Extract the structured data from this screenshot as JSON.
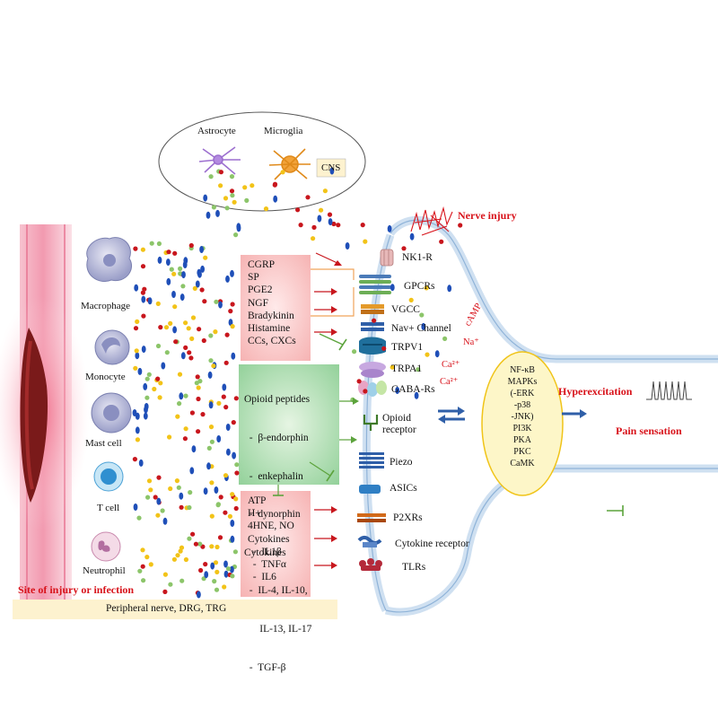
{
  "cns": {
    "astrocyte": "Astrocyte",
    "microglia": "Microglia",
    "cns_label": "CNS"
  },
  "nerve_injury": "Nerve injury",
  "immune_cells": [
    "Macrophage",
    "Monocyte",
    "Mast cell",
    "T cell",
    "Neutrophil"
  ],
  "pronociceptive_mediators": [
    "CGRP",
    "SP",
    "PGE2",
    "NGF",
    "Bradykinin",
    "Histamine",
    "CCs, CXCs"
  ],
  "antinociceptive_mediators": [
    "Opioid peptides",
    "  -  β-endorphin",
    "  -  enkephalin",
    "  -  dynorphin",
    "Cytokines",
    "  -  IL-4, IL-10,",
    "      IL-13, IL-17",
    "  -  TGF-β"
  ],
  "other_mediators": [
    "ATP",
    "H+",
    "4HNE, NO",
    "Cytokines",
    "  -  IL1β",
    "  -  TNFα",
    "  -  IL6"
  ],
  "receptors": [
    "NK1-R",
    "GPCRs",
    "VGCC",
    "Nav+ Channel",
    "TRPV1",
    "TRPA1",
    "GABA-Rs",
    "Opioid\nreceptor",
    "Piezo",
    "ASICs",
    "P2XRs",
    "Cytokine receptor",
    "TLRs"
  ],
  "ions": [
    "cAMP",
    "Na⁺",
    "Ca²⁺",
    "Ca²⁺"
  ],
  "signaling": [
    "NF-κB",
    "MAPKs",
    "(-ERK",
    "-p38",
    "-JNK)",
    "PI3K",
    "PKA",
    "PKC",
    "CaMK"
  ],
  "hyperexcitation": "Hyperexcitation",
  "pain_sensation": "Pain sensation",
  "site_label": "Site of injury or infection",
  "footer": "Peripheral nerve, DRG, TRG",
  "colors": {
    "red_text": "#d8131b",
    "pro_box": "#f8c8c8",
    "anti_box": "#a6d9a8",
    "footer_bg": "#fdf2cf",
    "cns_box": "#fdf2cf",
    "signal_oval": "#fdf6c8",
    "membrane": "#a9c9e8",
    "dot_red": "#c8161d",
    "dot_blue": "#1f4fb8",
    "dot_yellow": "#f2c318",
    "dot_green": "#8cc56a"
  }
}
